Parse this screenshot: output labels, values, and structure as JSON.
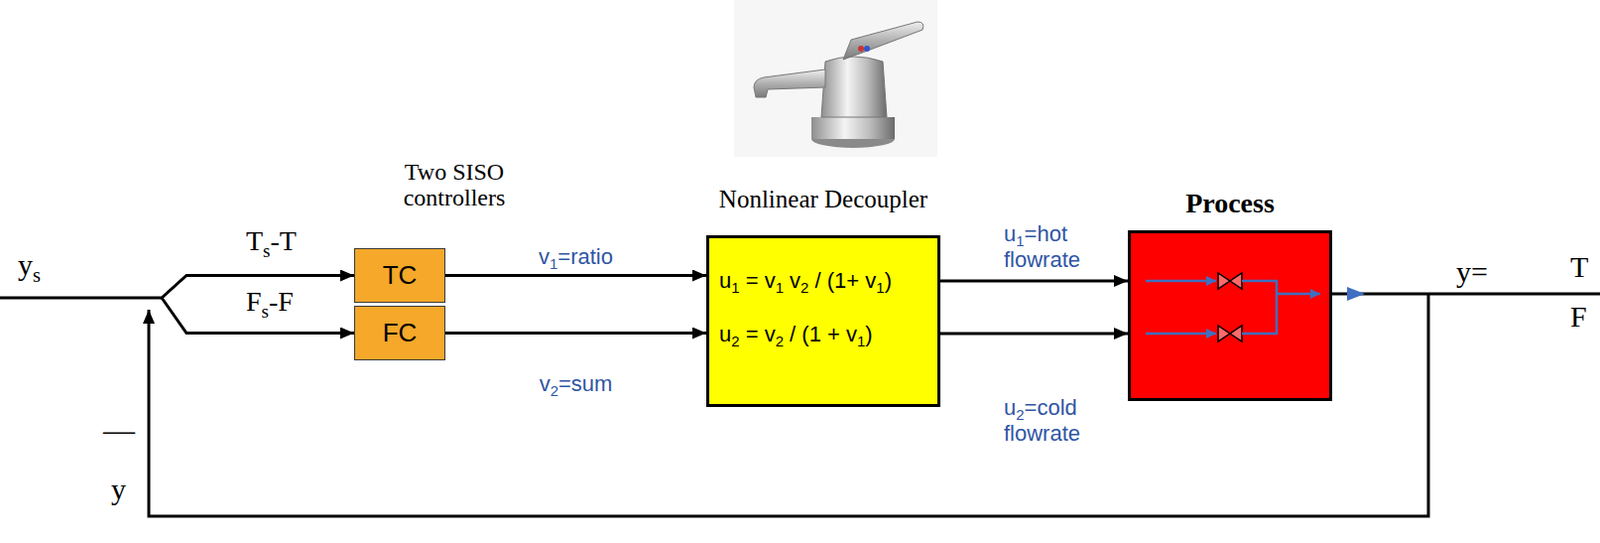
{
  "diagram": {
    "nodes": [
      {
        "text": [
          "TC"
        ]
      },
      {
        "text": [
          "FC"
        ]
      },
      {
        "text": [
          "Nonlinear Decoupler",
          "u1 = v1 v2 / (1+ v1)",
          "u2 = v2 / (1 + v1)"
        ]
      },
      {
        "text": [
          "Process"
        ]
      }
    ],
    "edges": [
      {
        "from": 0,
        "to": 2,
        "arrow": "to",
        "label": "v1=ratio"
      },
      {
        "from": 1,
        "to": 2,
        "arrow": "to",
        "label": "v2=sum"
      },
      {
        "from": 2,
        "to": 3,
        "arrow": "to",
        "label": "u1=hot flowrate"
      },
      {
        "from": 2,
        "to": 3,
        "arrow": "to",
        "label": "u2=cold flowrate"
      }
    ],
    "labels": [
      "ys",
      "Two SISO controllers",
      "Ts-T",
      "Fs-F",
      "—",
      "y",
      "y=",
      "T",
      "F"
    ]
  }
}
